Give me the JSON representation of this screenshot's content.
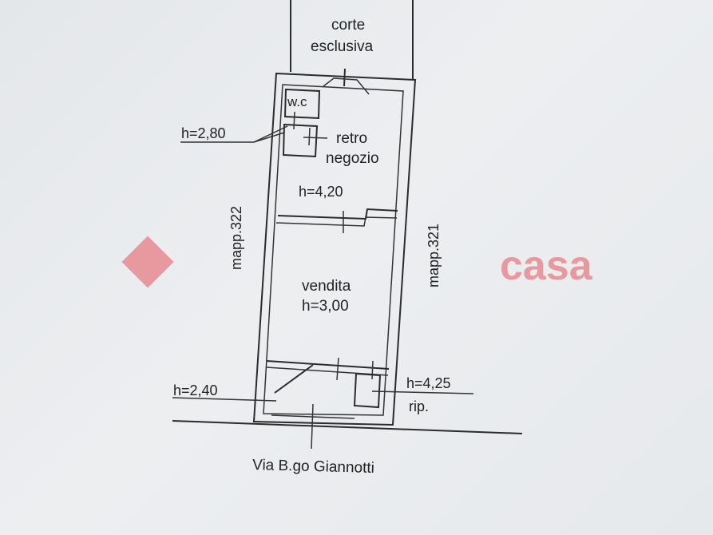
{
  "watermark": {
    "brand_text": "casa",
    "brand_color": "#e8545f"
  },
  "rooms": {
    "courtyard": {
      "line1": "corte",
      "line2": "esclusiva"
    },
    "wc": "w.c",
    "back_shop": {
      "line1": "retro",
      "line2": "negozio"
    },
    "sales": {
      "line1": "vendita",
      "line2": "h=3,00"
    }
  },
  "heights": {
    "h_280": "h=2,80",
    "h_420": "h=4,20",
    "h_240": "h=2,40",
    "h_425": "h=4,25",
    "storage_label": "rip."
  },
  "parcels": {
    "left": "mapp.322",
    "right": "mapp.321"
  },
  "street": "Via B.go Giannotti"
}
